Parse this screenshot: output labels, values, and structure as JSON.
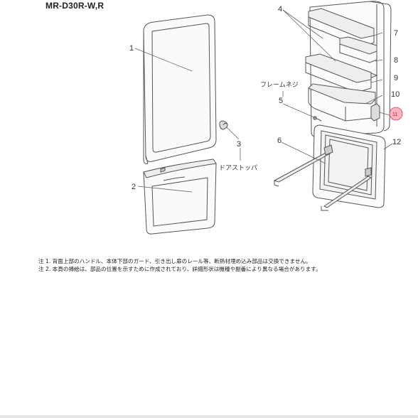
{
  "model": "MR-D30R-W,R",
  "parts": {
    "p1": "1",
    "p2": "2",
    "p3": "3",
    "p4": "4",
    "p5": "5",
    "p6": "6",
    "p7": "7",
    "p8": "8",
    "p9": "9",
    "p10": "10",
    "p11": "11",
    "p12": "12"
  },
  "labels": {
    "frame_screw": "フレームネジ",
    "door_stopper": "ドアストッパ"
  },
  "notes": [
    "注 1. 背面上部のハンドル、本体下部のガード、引き出し扉のレール等、断熱材埋め込み部品は交換できません。",
    "注 2. 本頁の挿絵は、部品の位置を示すために作成されており、詳細形状は機種や副番により異なる場合があります。"
  ],
  "colors": {
    "highlight_fill": "#f7b6c2",
    "highlight_stroke": "#d9364f",
    "line": "#555555"
  }
}
